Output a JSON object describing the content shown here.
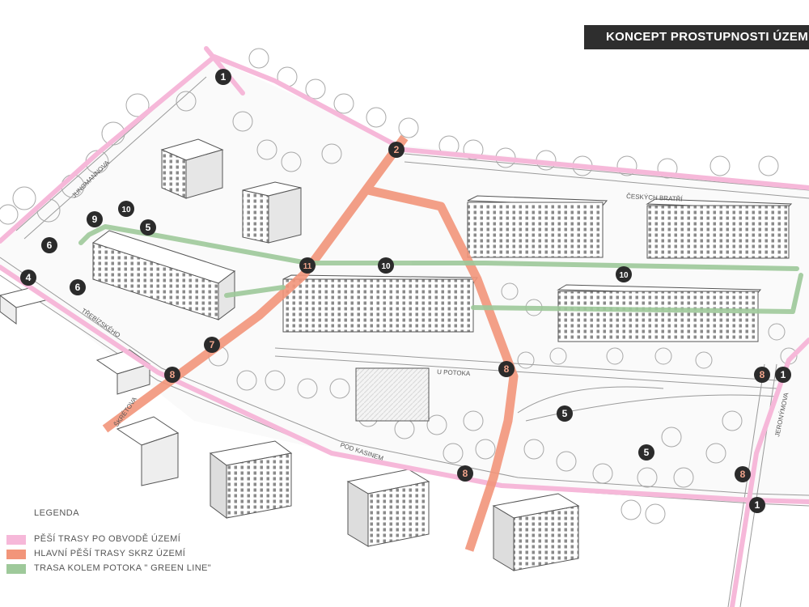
{
  "title": "KONCEPT PROSTUPNOSTI ÚZEMÍ",
  "colors": {
    "pink_route": "#f6b8d9",
    "orange_route": "#f2957a",
    "green_route": "#9ec99a",
    "marker_fill": "#2b2b2b",
    "marker_text_orange": "#f2a58c",
    "marker_text_white": "#ffffff"
  },
  "street_labels": {
    "ceskych_bratri": "ČESKÝCH BRATŘÍ",
    "u_potoka": "U POTOKA",
    "pod_kasinem": "POD KASINEM",
    "trebizskeho": "TŘEBÍZSKÉHO",
    "skretova": "ŠKRÉTOVA",
    "jeronymova": "JERONÝMOVA",
    "jungmannova": "JUNGMANNOVA"
  },
  "markers": [
    {
      "label": "1",
      "style": "white"
    },
    {
      "label": "2",
      "style": "orange"
    },
    {
      "label": "9",
      "style": "white"
    },
    {
      "label": "10",
      "style": "white"
    },
    {
      "label": "5",
      "style": "white"
    },
    {
      "label": "6",
      "style": "white"
    },
    {
      "label": "4",
      "style": "white"
    },
    {
      "label": "6",
      "style": "white"
    },
    {
      "label": "11",
      "style": "orange"
    },
    {
      "label": "10",
      "style": "white"
    },
    {
      "label": "10",
      "style": "white"
    },
    {
      "label": "7",
      "style": "orange"
    },
    {
      "label": "8",
      "style": "orange"
    },
    {
      "label": "8",
      "style": "orange"
    },
    {
      "label": "8",
      "style": "orange"
    },
    {
      "label": "1",
      "style": "white"
    },
    {
      "label": "5",
      "style": "white"
    },
    {
      "label": "5",
      "style": "white"
    },
    {
      "label": "8",
      "style": "orange"
    },
    {
      "label": "8",
      "style": "orange"
    },
    {
      "label": "1",
      "style": "white"
    }
  ],
  "legend": {
    "title": "LEGENDA",
    "items": [
      {
        "label": "PĚŠÍ TRASY PO OBVODĚ ÚZEMÍ",
        "color": "#f6b8d9"
      },
      {
        "label": "HLAVNÍ PĚŠÍ TRASY SKRZ ÚZEMÍ",
        "color": "#f2957a"
      },
      {
        "label": "TRASA KOLEM POTOKA \" GREEN LINE\"",
        "color": "#9ec99a"
      }
    ]
  }
}
